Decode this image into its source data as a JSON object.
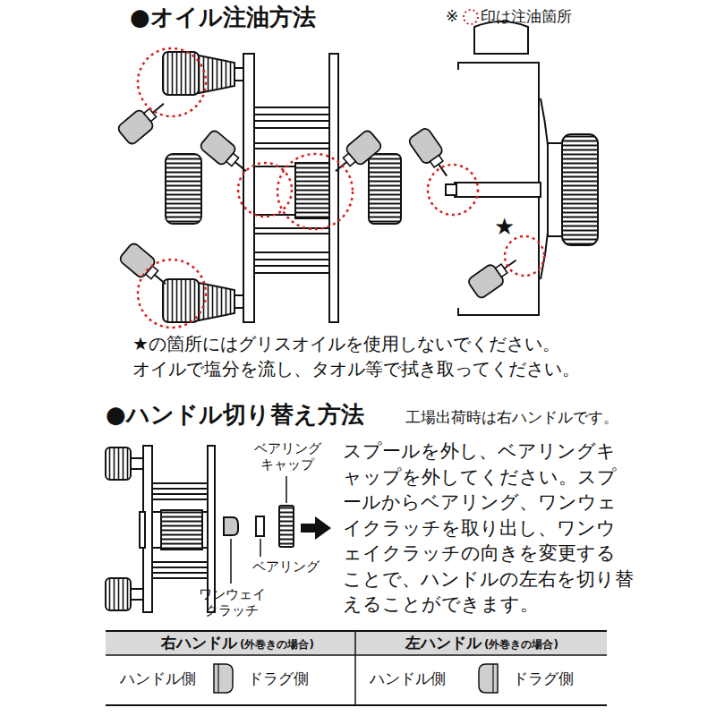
{
  "diagram": {
    "labels": [
      "●オイル注油方法",
      "※",
      "印は注油箇所",
      "★",
      "★の箇所にはグリスオイルを使用しないでください。",
      "オイルで塩分を流し、タオル等で拭き取ってください。",
      "●ハンドル切り替え方法",
      "工場出荷時は右ハンドルです。",
      "ベアリング キャップ",
      "ベアリング",
      "ワンウェイ クラッチ",
      "スプールを外し、ベアリングキャップを外してください。スプールからベアリング、ワンウェイクラッチを取り出し、ワンウェイクラッチの向きを変更することで、ハンドルの左右を切り替えることができます。",
      "右ハンドル",
      "(外巻きの場合)",
      "左ハンドル",
      "(外巻きの場合)",
      "ハンドル側",
      "ドラグ側",
      "ハンドル側",
      "ドラグ側"
    ]
  }
}
